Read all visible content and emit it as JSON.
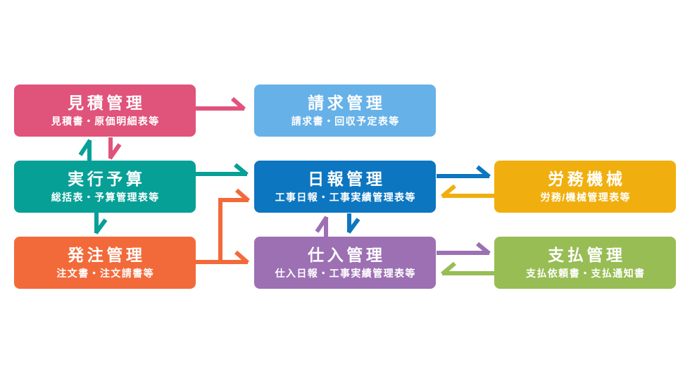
{
  "diagram": {
    "background": "#ffffff",
    "text_color": "#ffffff",
    "boxes": {
      "estimate": {
        "title": "見積管理",
        "subtitle": "見積書・原価明細表等",
        "color": "#e0537a"
      },
      "billing": {
        "title": "請求管理",
        "subtitle": "請求書・回収予定表等",
        "color": "#66b1e8"
      },
      "budget": {
        "title": "実行予算",
        "subtitle": "総括表・予算管理表等",
        "color": "#07a096"
      },
      "daily_report": {
        "title": "日報管理",
        "subtitle": "工事日報・工事実績管理表等",
        "color": "#0d76c0"
      },
      "labor_machine": {
        "title": "労務機械",
        "subtitle": "労務/機械管理表等",
        "color": "#f0af0e"
      },
      "ordering": {
        "title": "発注管理",
        "subtitle": "注文書・注文請書等",
        "color": "#f26a3a"
      },
      "purchase": {
        "title": "仕入管理",
        "subtitle": "仕入日報・工事実績管理表等",
        "color": "#9c70b3"
      },
      "payment": {
        "title": "支払管理",
        "subtitle": "支払依頼書・支払通知書",
        "color": "#97bd54"
      }
    },
    "arrows": {
      "estimate_to_billing": {
        "from": "estimate",
        "to": "billing",
        "color": "#e0537a"
      },
      "estimate_to_budget": {
        "from": "estimate",
        "to": "budget",
        "color": "#e0537a"
      },
      "budget_to_estimate": {
        "from": "budget",
        "to": "estimate",
        "color": "#07a096"
      },
      "budget_to_daily_report": {
        "from": "budget",
        "to": "daily_report",
        "color": "#07a096"
      },
      "budget_to_ordering": {
        "from": "budget",
        "to": "ordering",
        "color": "#07a096"
      },
      "ordering_to_purchase": {
        "from": "ordering",
        "to": "purchase",
        "color": "#f26a3a"
      },
      "ordering_to_daily_report": {
        "from": "ordering",
        "to": "daily_report",
        "color": "#f26a3a"
      },
      "daily_report_to_labor_machine": {
        "from": "daily_report",
        "to": "labor_machine",
        "color": "#0d76c0"
      },
      "labor_machine_to_daily_report": {
        "from": "labor_machine",
        "to": "daily_report",
        "color": "#f0af0e"
      },
      "daily_report_to_purchase": {
        "from": "daily_report",
        "to": "purchase",
        "color": "#0d76c0"
      },
      "purchase_to_daily_report": {
        "from": "purchase",
        "to": "daily_report",
        "color": "#9c70b3"
      },
      "purchase_to_payment": {
        "from": "purchase",
        "to": "payment",
        "color": "#9c70b3"
      },
      "payment_to_purchase": {
        "from": "payment",
        "to": "purchase",
        "color": "#97bd54"
      }
    }
  }
}
